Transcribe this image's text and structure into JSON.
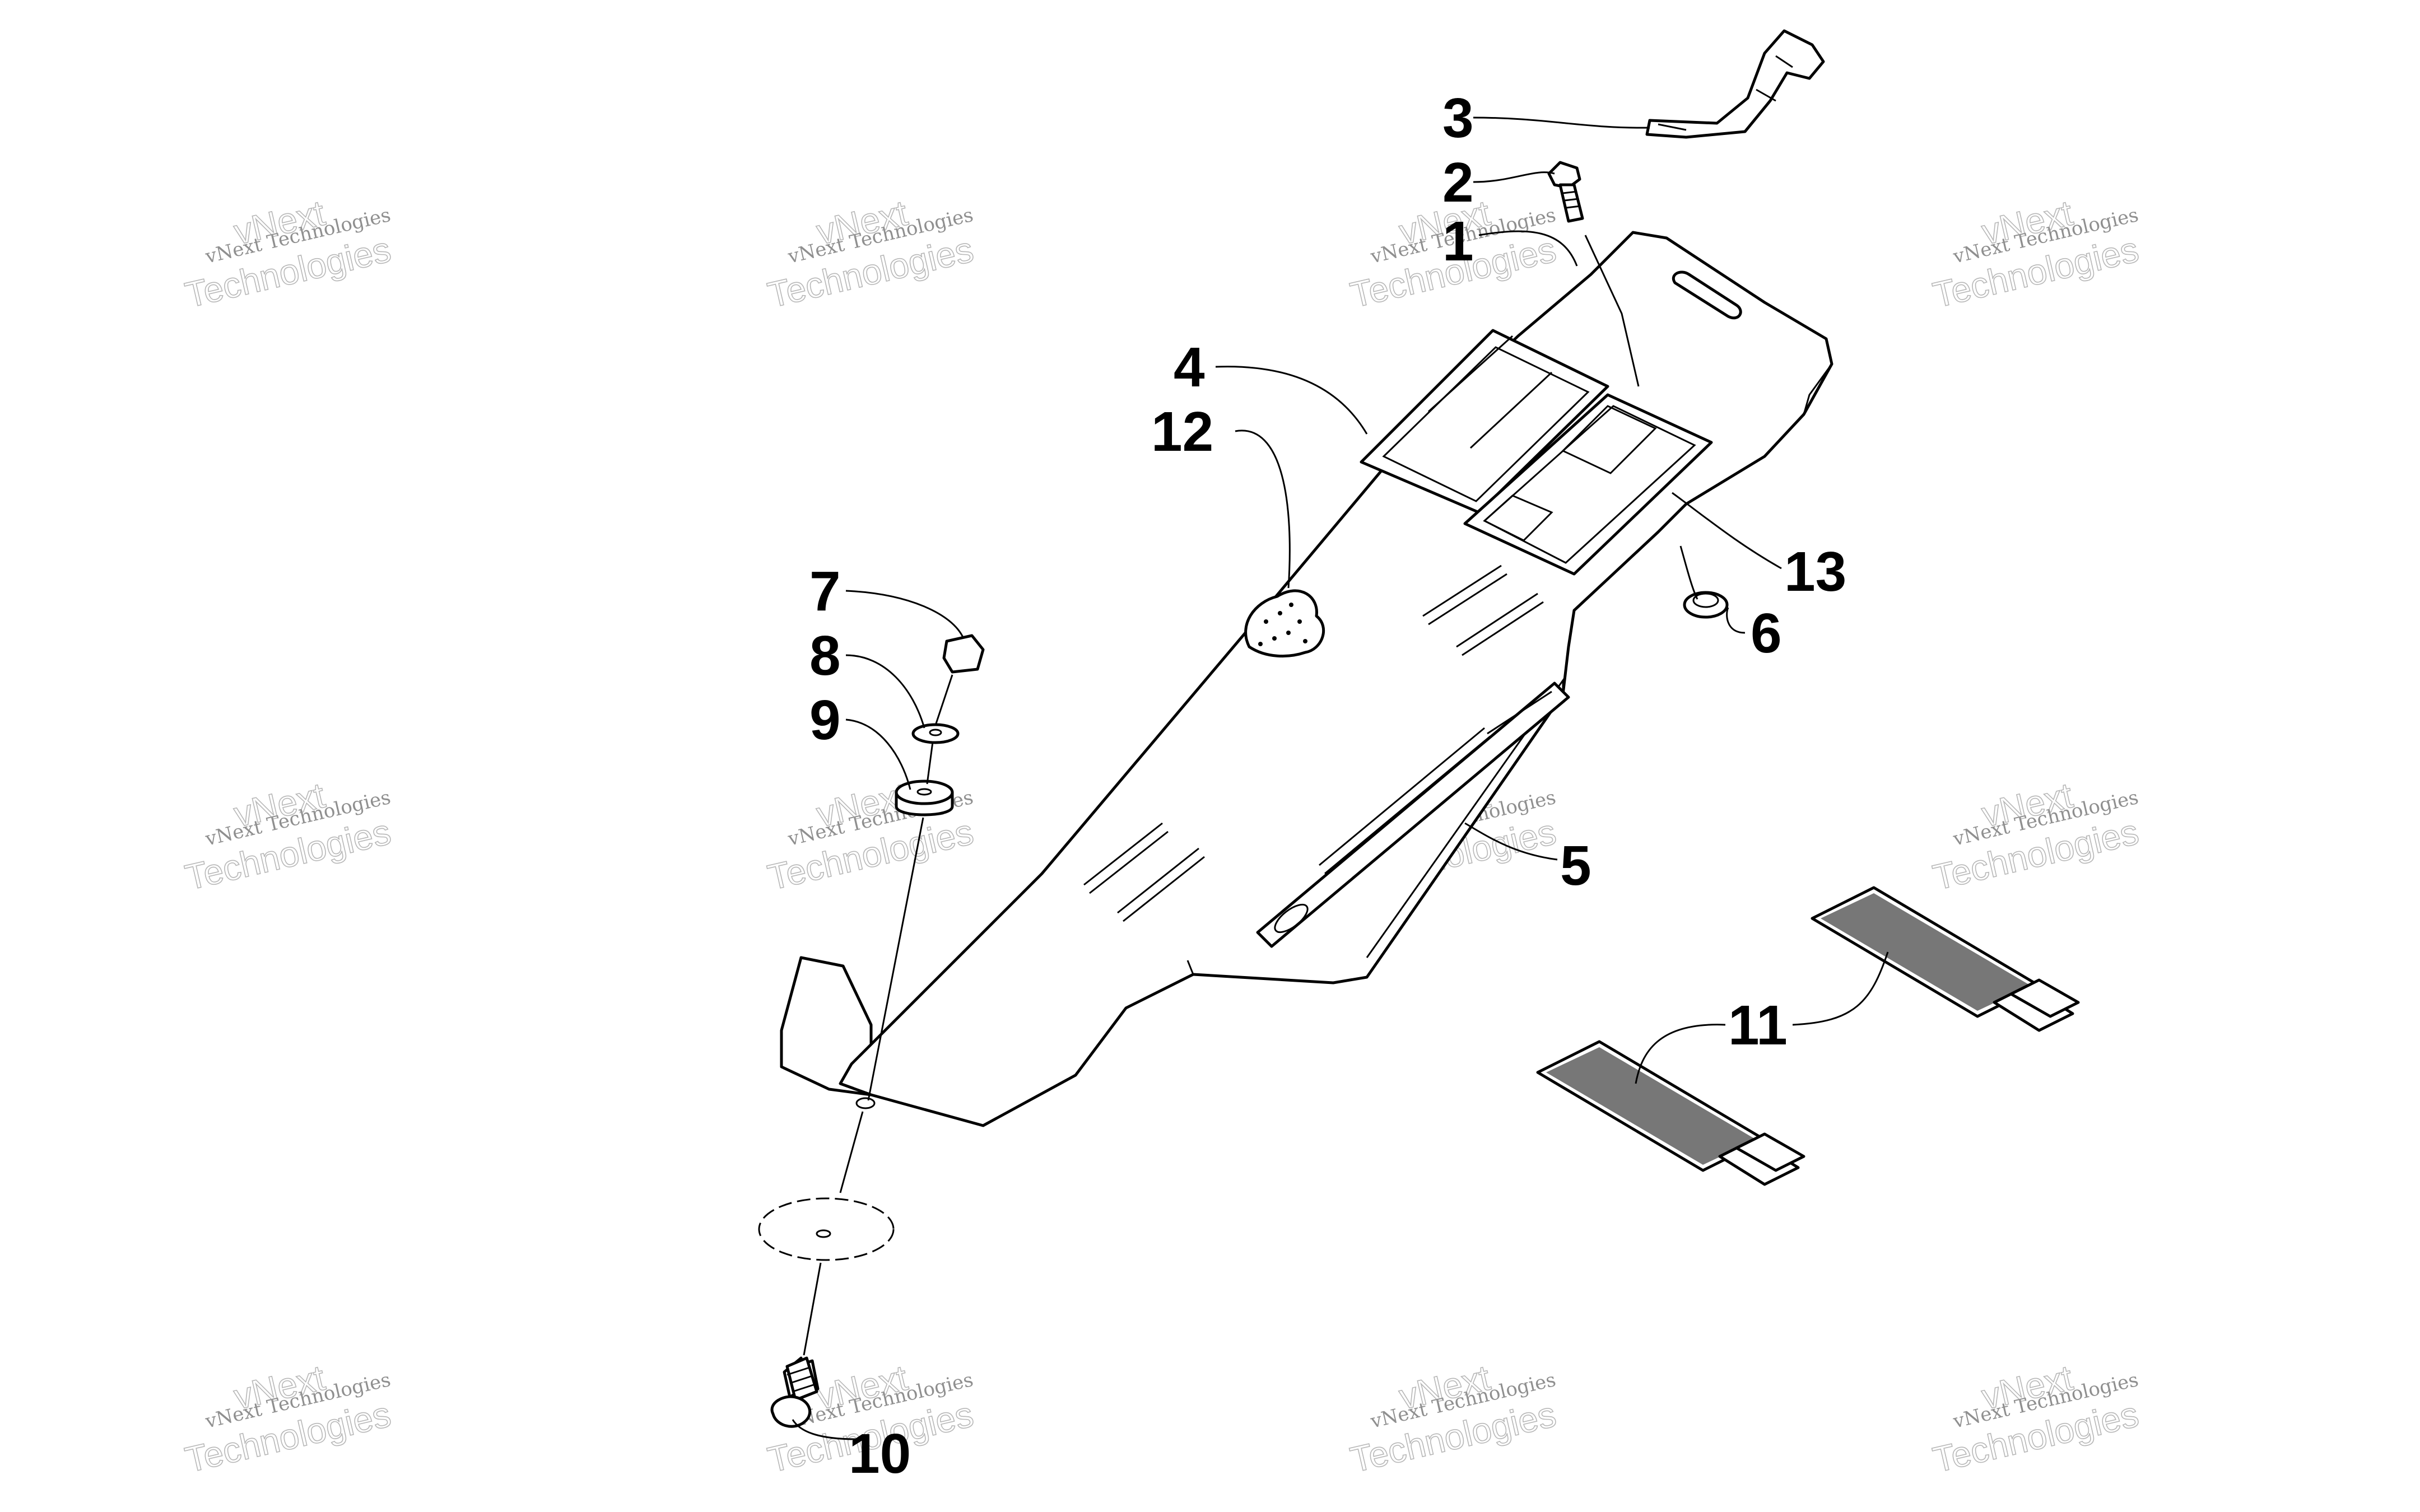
{
  "callouts": {
    "c1": "1",
    "c2": "2",
    "c3": "3",
    "c4": "4",
    "c5": "5",
    "c6": "6",
    "c7": "7",
    "c8": "8",
    "c9": "9",
    "c10": "10",
    "c11": "11",
    "c12": "12",
    "c13": "13"
  },
  "watermark": {
    "line1": "vNext Technologies",
    "line2": "vNext",
    "line3": "Technologies"
  },
  "colors": {
    "ink": "#000000",
    "background": "#ffffff",
    "watermark": "#8a8a8a"
  }
}
